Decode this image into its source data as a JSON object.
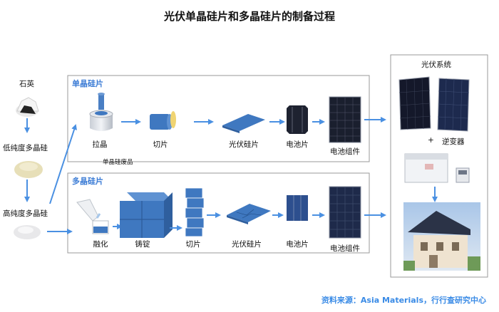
{
  "title": "光伏单晶硅片和多晶硅片的制备过程",
  "raw_materials": {
    "quartz": "石英",
    "low_purity": "低纯度多晶硅",
    "high_purity": "高纯度多晶硅"
  },
  "mono_box": {
    "title": "单晶硅片",
    "steps": [
      "拉晶",
      "切片",
      "光伏硅片",
      "电池片",
      "电池组件"
    ],
    "waste_label": "单晶硅废品"
  },
  "poly_box": {
    "title": "多晶硅片",
    "steps": [
      "融化",
      "铸锭",
      "切片",
      "光伏硅片",
      "电池片",
      "电池组件"
    ]
  },
  "pv_system": {
    "title": "光伏系统",
    "plus": "+",
    "inverter": "逆变器"
  },
  "source": "资料来源：Asia Materials，行行查研究中心",
  "colors": {
    "arrow": "#4a90e2",
    "accent": "#3a7bd5",
    "silicon_blue": "#3f78c0",
    "panel_dark": "#1a1f2e"
  }
}
